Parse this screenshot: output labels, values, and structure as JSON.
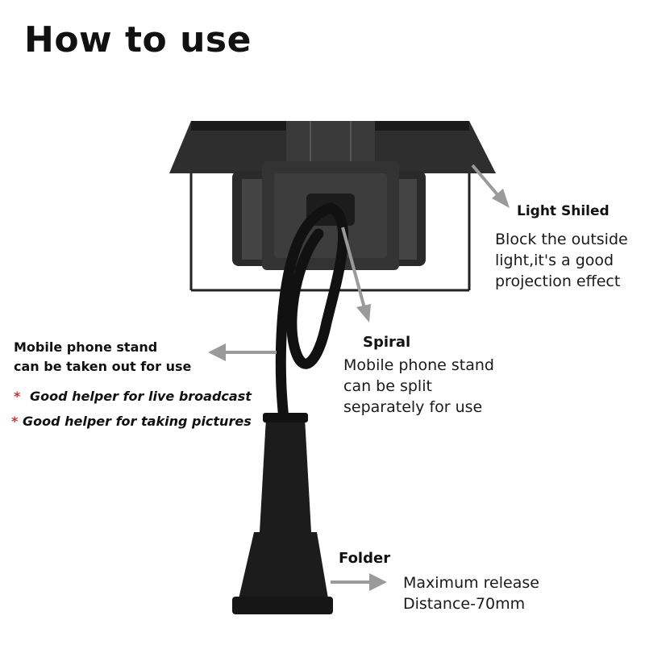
{
  "title": "How to use",
  "light_shield": {
    "heading": "Light Shiled",
    "lines": [
      "Block the outside",
      "light,it's a good",
      "projection effect"
    ]
  },
  "spiral": {
    "heading": "Spiral",
    "lines": [
      "Mobile phone stand",
      "can be split",
      "separately for use"
    ]
  },
  "phone_stand": {
    "lines": [
      "Mobile phone stand",
      "can be taken out for use"
    ],
    "bullets": [
      "Good helper for live broadcast",
      "Good helper for taking pictures"
    ],
    "bullet_symbol": "*"
  },
  "folder": {
    "heading": "Folder",
    "lines": [
      "Maximum release",
      "Distance-70mm"
    ]
  },
  "colors": {
    "text": "#111111",
    "star": "#c0392b",
    "arrow": "#9a9a9a",
    "device": "#1c1c1c"
  }
}
